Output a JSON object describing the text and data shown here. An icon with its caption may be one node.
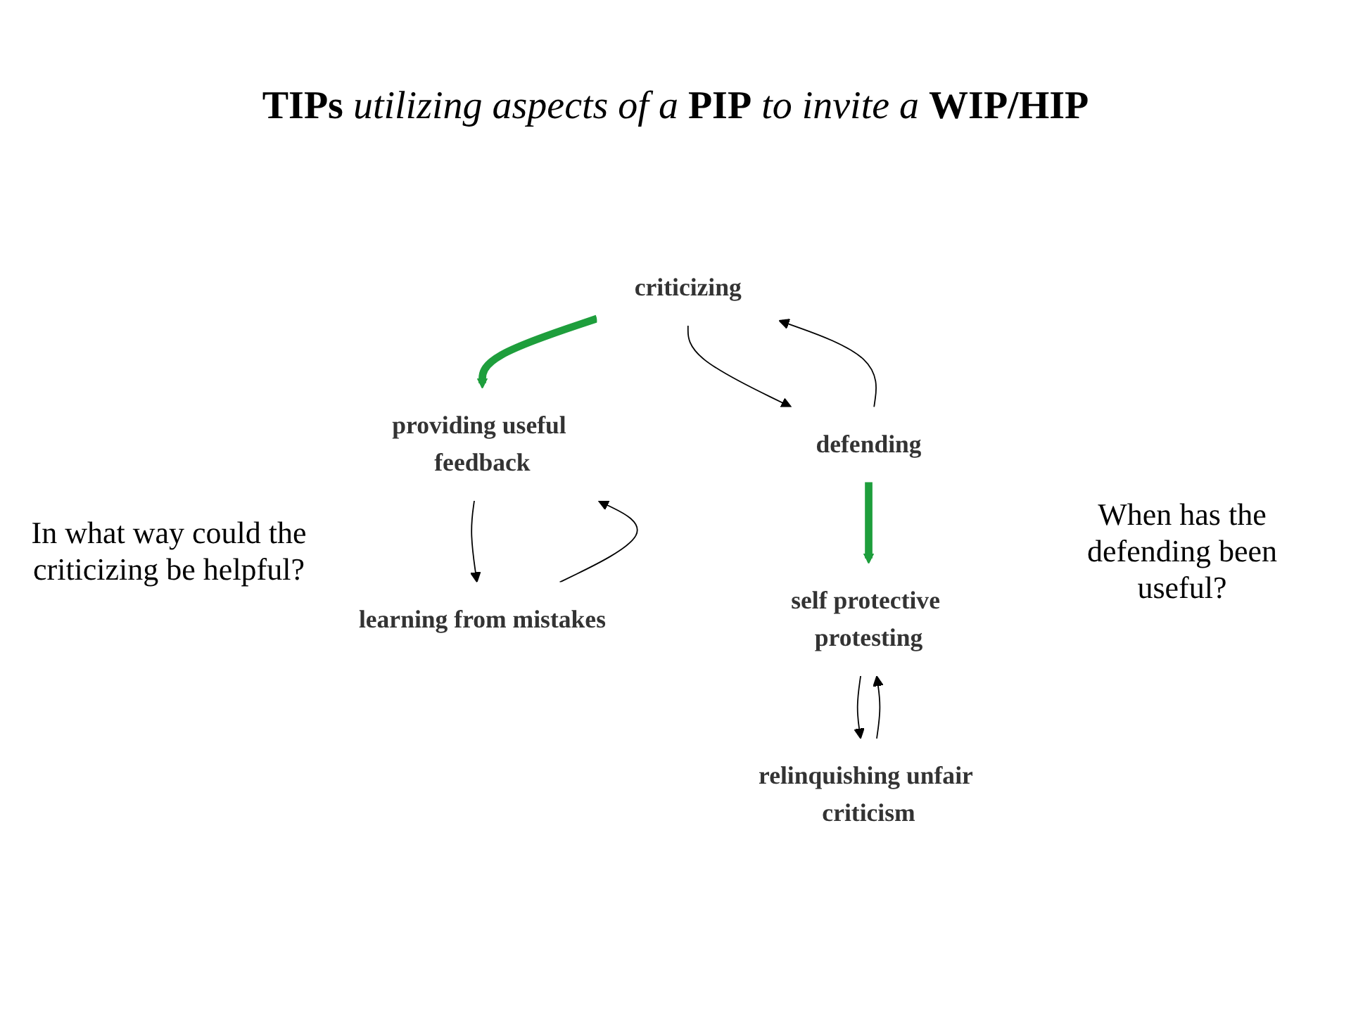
{
  "diagram": {
    "title": "**TIPs** *utilizing aspects of a* **PIP** *to invite a* **WIP/HIP**",
    "nodes": [
      {
        "text": [
          "criticizing"
        ]
      },
      {
        "text": [
          "defending"
        ]
      },
      {
        "text": [
          "learning from mistakes"
        ]
      },
      {
        "text": [
          "providing useful feedback"
        ]
      },
      {
        "text": [
          "self protective protesting"
        ]
      },
      {
        "text": [
          "relinquishing unfair criticism"
        ]
      }
    ],
    "edges": [
      {
        "from": 0,
        "to": 1,
        "arrow": "to"
      },
      {
        "from": 1,
        "to": 0,
        "arrow": "to"
      },
      {
        "from": 0,
        "to": 3,
        "arrow": "to",
        "style": "thick",
        "color": "#1e9e3c"
      },
      {
        "from": 1,
        "to": 4,
        "arrow": "to",
        "style": "thick",
        "color": "#1e9e3c"
      },
      {
        "from": 2,
        "to": 3,
        "arrow": "to"
      },
      {
        "from": 3,
        "to": 2,
        "arrow": "to"
      },
      {
        "from": 4,
        "to": 5,
        "arrow": "to"
      },
      {
        "from": 5,
        "to": 4,
        "arrow": "to"
      }
    ],
    "labels": [
      "In what way could the criticizing be helpful?",
      "When has the defending been useful?"
    ]
  }
}
